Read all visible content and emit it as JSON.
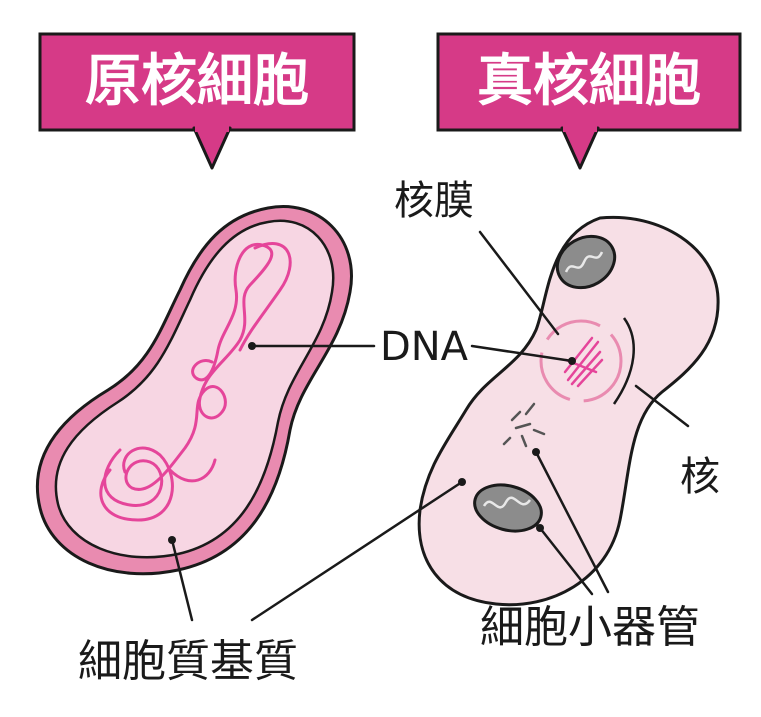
{
  "prokaryote": {
    "title": "原核細胞",
    "dna_label": "DNA",
    "cytoplasm_label": "細胞質基質"
  },
  "eukaryote": {
    "title": "真核細胞",
    "nuclear_membrane_label": "核膜",
    "nucleus_label": "核",
    "organelle_label": "細胞小器管"
  },
  "colors": {
    "banner": "#d63a87",
    "cell_fill": "#f7d6e3",
    "cell_wall": "#e98bb0",
    "dna": "#e5459a",
    "mitochondria": "#8c8c8c"
  }
}
